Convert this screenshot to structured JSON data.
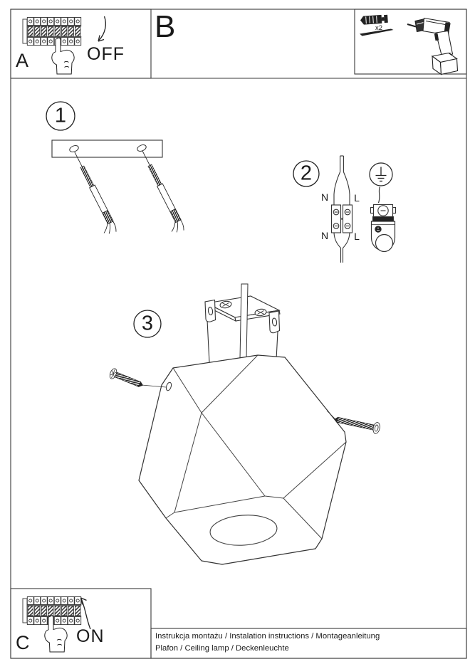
{
  "panels": {
    "off_section": {
      "label": "A",
      "action_label": "OFF"
    },
    "diagram_section": {
      "label": "B"
    },
    "on_section": {
      "label": "C",
      "action_label": "ON"
    }
  },
  "tools": {
    "anchor_quantity": "x2"
  },
  "steps": [
    {
      "number": "1"
    },
    {
      "number": "2"
    },
    {
      "number": "3"
    }
  ],
  "wiring_labels": {
    "top_left": "N",
    "top_right": "L",
    "bottom_left": "N",
    "bottom_right": "L"
  },
  "footer": {
    "line1": "Instrukcja montażu / Instalation instructions / Montageanleitung",
    "line2": "Plafon / Ceiling lamp / Deckenleuchte"
  },
  "colors": {
    "ink": "#333333",
    "paper": "#ffffff"
  }
}
